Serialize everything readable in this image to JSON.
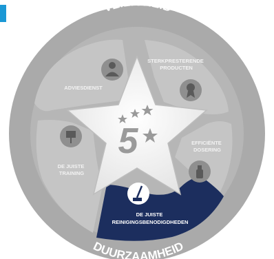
{
  "ring": {
    "top_text": "VEILIGHEID",
    "bottom_text": "DUURZAAMHEID"
  },
  "center": {
    "logo_number": "5",
    "logo_icon": "five-star-logo"
  },
  "segments": [
    {
      "id": "adviesdienst",
      "label_lines": [
        "ADVIESDIENST"
      ],
      "icon": "person-icon",
      "active": false
    },
    {
      "id": "sterkpresterende-producten",
      "label_lines": [
        "STERKPRESTERENDE",
        "PRODUCTEN"
      ],
      "icon": "award-icon",
      "active": false
    },
    {
      "id": "efficiente-dosering",
      "label_lines": [
        "EFFICIËNTE",
        "DOSERING"
      ],
      "icon": "spray-bottle-icon",
      "active": false
    },
    {
      "id": "de-juiste-reinigingsbenodigdheden",
      "label_lines": [
        "DE JUISTE",
        "REINIGINGSBENODIGDHEDEN"
      ],
      "icon": "mop-icon",
      "active": true
    },
    {
      "id": "de-juiste-training",
      "label_lines": [
        "DE JUISTE",
        "TRAINING"
      ],
      "icon": "presentation-icon",
      "active": false
    }
  ],
  "colors": {
    "accent": "#1b98d5",
    "active_segment": "#1c2e5e",
    "ring": "#a9a9a9",
    "segment": "#c7c7c7",
    "segment_label": "#f3f3f3"
  }
}
